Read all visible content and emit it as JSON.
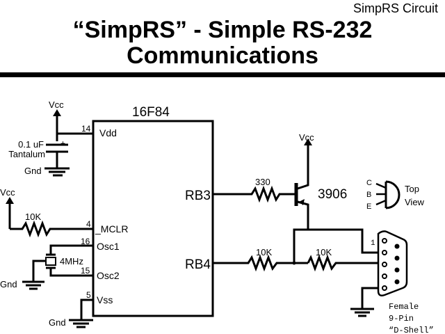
{
  "header": {
    "slide_label": "SimpRS Circuit",
    "title_line1": "“SimpRS” - Simple RS-232",
    "title_line2": "Communications"
  },
  "chip": {
    "part": "16F84",
    "pins": {
      "vdd": {
        "num": "14",
        "name": "Vdd"
      },
      "mclr": {
        "num": "4",
        "name": "_MCLR"
      },
      "osc1": {
        "num": "16",
        "name": "Osc1"
      },
      "osc2": {
        "num": "15",
        "name": "Osc2"
      },
      "vss": {
        "num": "5",
        "name": "Vss"
      },
      "rb3": {
        "name": "RB3"
      },
      "rb4": {
        "name": "RB4"
      }
    }
  },
  "power": {
    "vcc": "Vcc",
    "gnd": "Gnd"
  },
  "capacitor": {
    "value": "0.1 uF",
    "type": "Tantalum",
    "polarity": "+"
  },
  "resistors": {
    "mclr_pullup": "10K",
    "base": "330",
    "rb4_series": "10K",
    "rx_series": "10K"
  },
  "crystal": {
    "value": "4MHz"
  },
  "transistor": {
    "part": "3906",
    "pinout": {
      "c": "C",
      "b": "B",
      "e": "E",
      "caption1": "Top",
      "caption2": "View"
    }
  },
  "connector": {
    "pin1_label": "1",
    "caption1": "Female",
    "caption2": "9-Pin",
    "caption3": "“D-Shell”"
  }
}
